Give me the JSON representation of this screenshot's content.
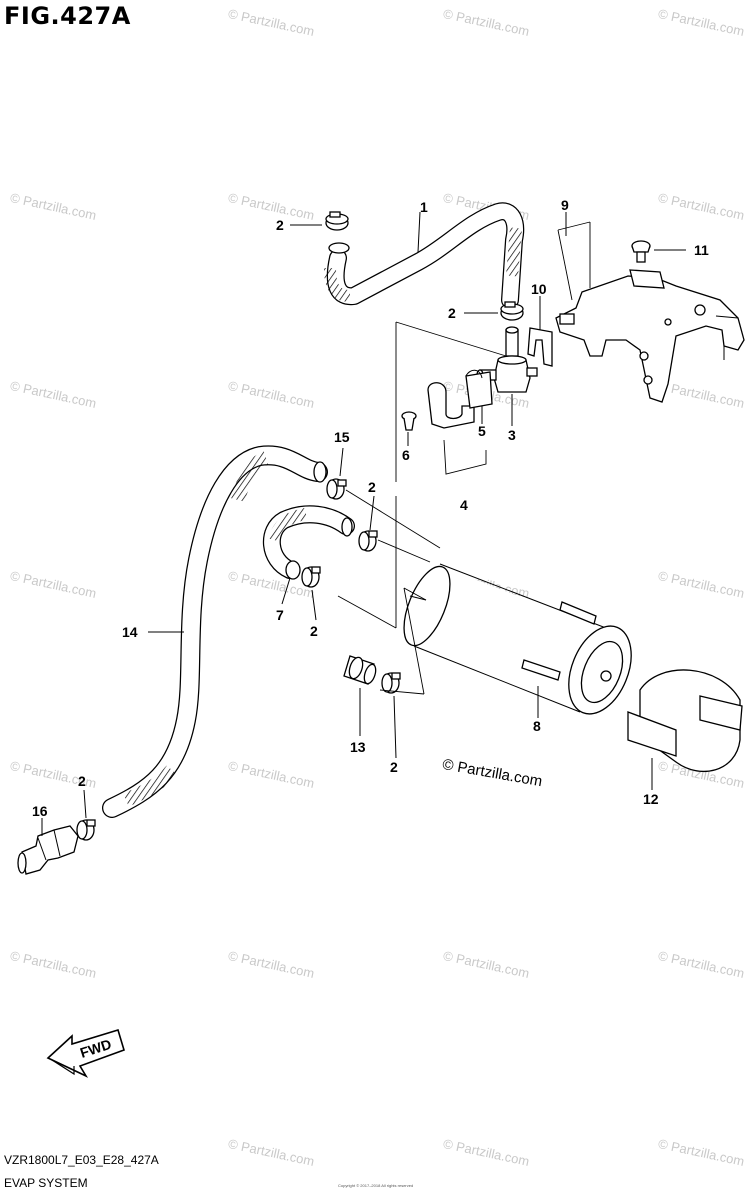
{
  "figure": {
    "title": "FIG.427A",
    "model_code": "VZR1800L7_E03_E28_427A",
    "section_name": "EVAP SYSTEM",
    "copyright_text": "© Partzilla.com",
    "watermark_text": "© Partzilla.com",
    "fine_print": "Copyright © 2017–2018 All rights reserved",
    "fwd_label": "FWD"
  },
  "callouts": {
    "c1": "1",
    "c2a": "2",
    "c2b": "2",
    "c2c": "2",
    "c2d": "2",
    "c2e": "2",
    "c2f": "2",
    "c3": "3",
    "c4": "4",
    "c5": "5",
    "c6": "6",
    "c7": "7",
    "c8": "8",
    "c9": "9",
    "c10": "10",
    "c11": "11",
    "c12": "12",
    "c13": "13",
    "c14": "14",
    "c15": "15",
    "c16": "16"
  },
  "colors": {
    "ink": "#000000",
    "watermark": "#c9c9c9",
    "background": "#ffffff"
  },
  "icons": [
    "fwd-arrow-icon"
  ]
}
